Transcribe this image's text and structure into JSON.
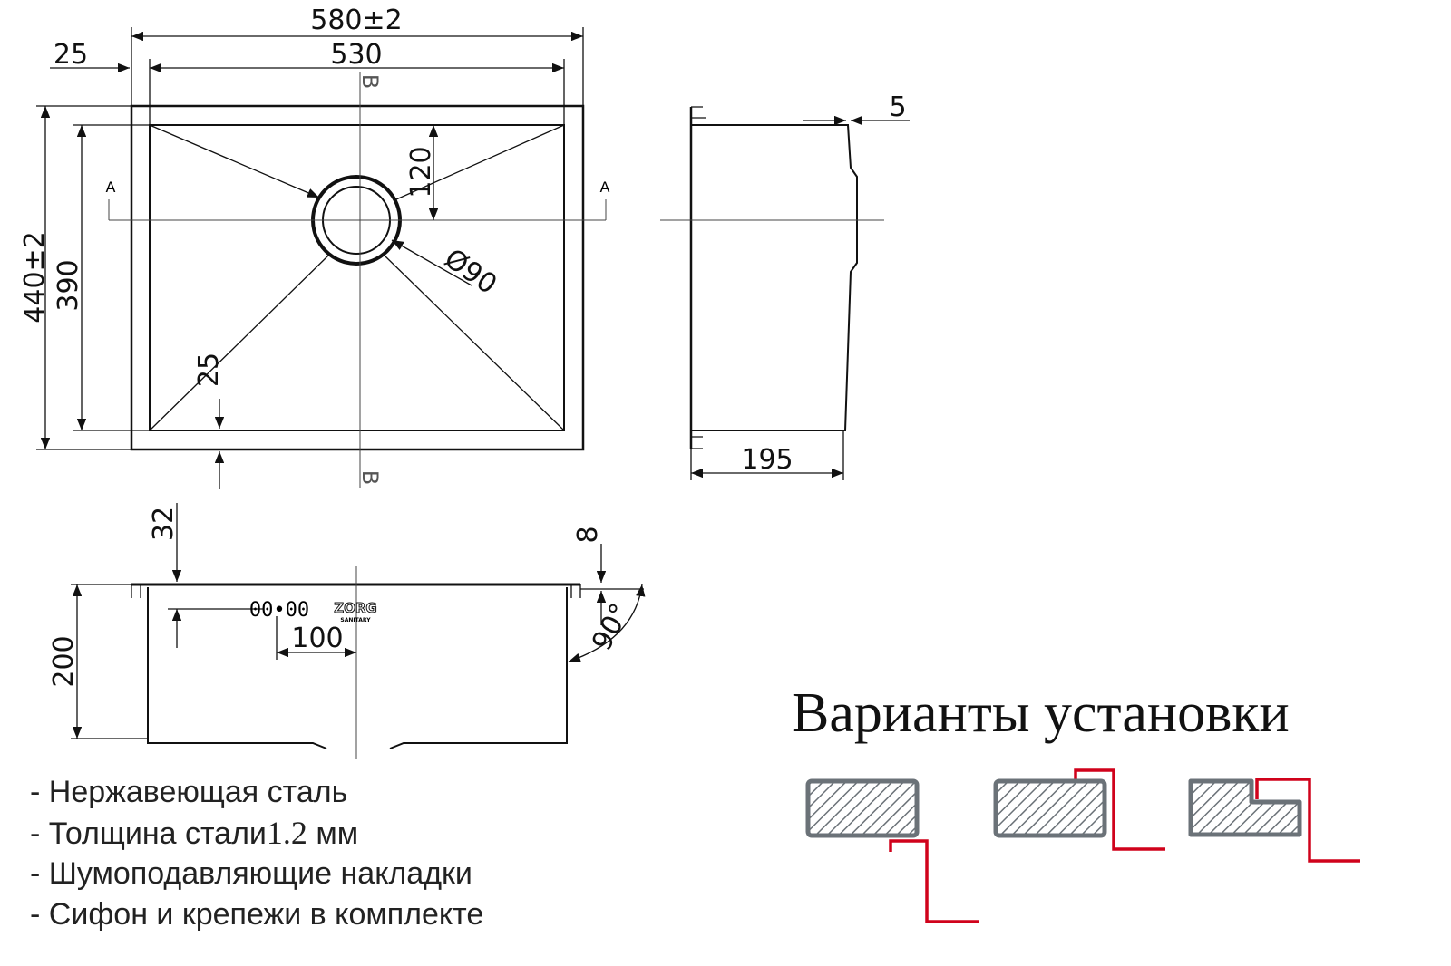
{
  "drawing": {
    "dims": {
      "overall_width": "580±2",
      "bowl_width": "530",
      "flange_offset": "25",
      "overall_depth": "440±2",
      "bowl_depth": "390",
      "drain_offset": "120",
      "drain_diameter": "Ø90",
      "corner_offset": "25",
      "flange_thickness": "5",
      "side_depth": "195",
      "overflow_height": "32",
      "flange_height": "8",
      "bowl_height": "200",
      "overflow_offset": "100",
      "wall_angle": "90°"
    },
    "section_labels": {
      "a_left": "A",
      "a_right": "A",
      "b_top": "B",
      "b_bottom": "B"
    },
    "overflow_icon": "00•00",
    "logo": {
      "brand": "ZORG",
      "sub": "SANITARY"
    }
  },
  "features": [
    "- Нержавеющая сталь",
    {
      "prefix": "- Толщина стали",
      "value": "1.2",
      "unit": " мм"
    },
    "- Шумоподавляющие накладки",
    "- Сифон и крепежи в комплекте"
  ],
  "installation": {
    "title": "Варианты установки",
    "variants": [
      "undermount",
      "overmount",
      "flush-mount"
    ],
    "accent_color": "#d0021b",
    "counter_color": "#6b7278"
  }
}
